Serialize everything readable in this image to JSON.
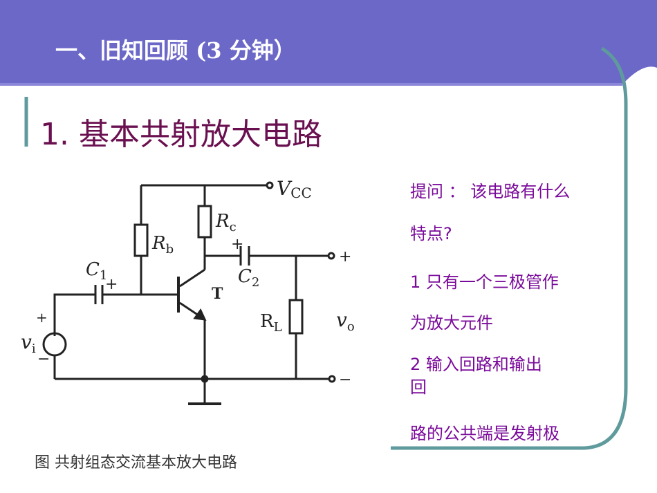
{
  "slide": {
    "title": "一、旧知回顾 (3 分钟）",
    "subtitle": "1. 基本共射放大电路",
    "notes": [
      "提问 ： 该电路有什么",
      "特点?",
      "1 只有一个三极管作",
      "为放大元件",
      "2  输入回路和输出",
      "回",
      "路的公共端是发射极"
    ],
    "colors": {
      "banner": "#6c68c8",
      "frame": "#5f9a9c",
      "question": "#7a0a9a",
      "subtitle": "#6a1050"
    }
  },
  "circuit": {
    "vcc_main": "V",
    "vcc_sub": "CC",
    "rb_main": "R",
    "rb_sub": "b",
    "rc_main": "R",
    "rc_sub": "c",
    "rl_main": "R",
    "rl_sub": "L",
    "c1_main": "C",
    "c1_sub": "1",
    "c2_main": "C",
    "c2_sub": "2",
    "transistor": "T",
    "vi_main": "v",
    "vi_sub": "i",
    "vo_main": "v",
    "vo_sub": "o",
    "plus": "+",
    "minus": "−",
    "out_minus": "−",
    "caption": "图    共射组态交流基本放大电路"
  }
}
